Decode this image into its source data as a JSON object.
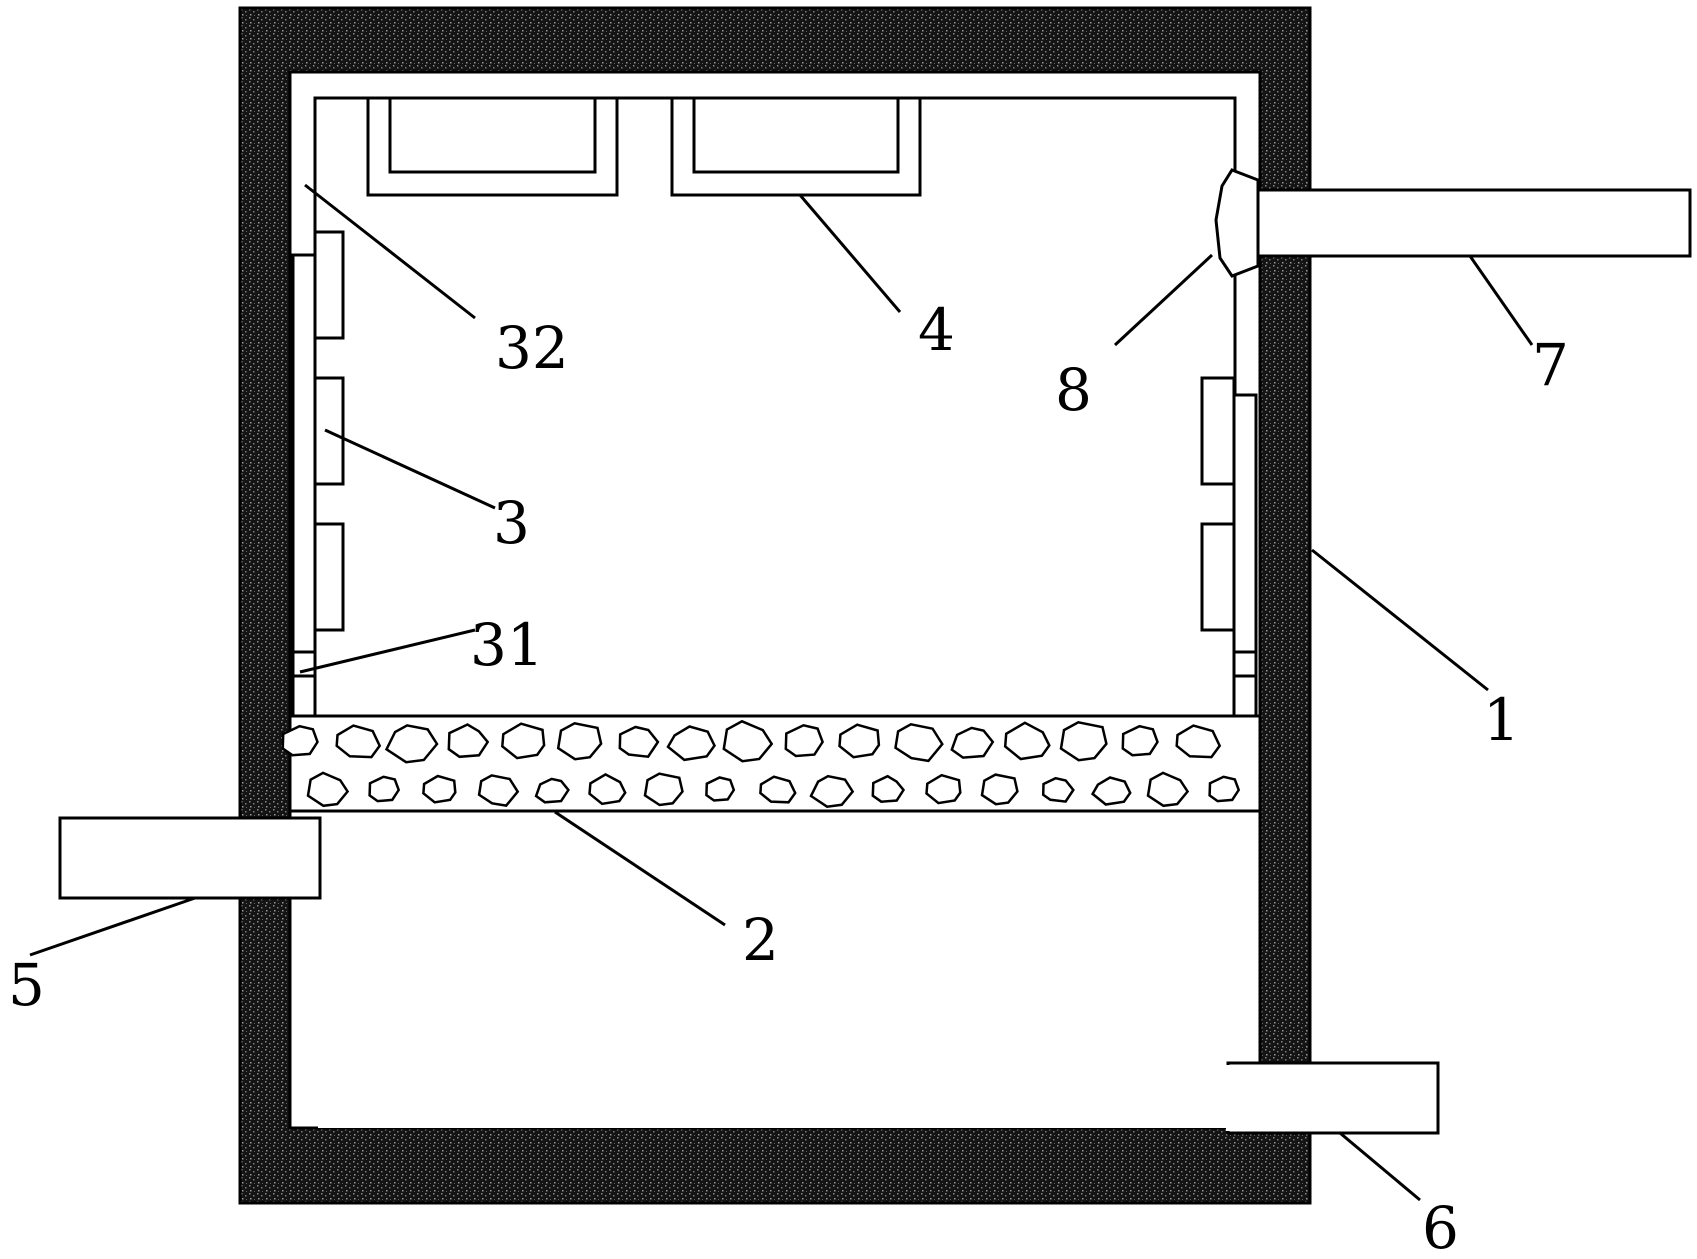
{
  "diagram": {
    "labels": {
      "housing": "1",
      "filter_layer": "2",
      "side_plates": "3",
      "bottom_block": "31",
      "guide_rail": "32",
      "top_tray": "4",
      "inlet_pipe": "5",
      "outlet_pipe": "6",
      "vent_pipe": "7",
      "fan_cover": "8"
    },
    "colors": {
      "line": "#000000",
      "background": "#ffffff",
      "wall_fill": "#1a1a1a"
    }
  }
}
